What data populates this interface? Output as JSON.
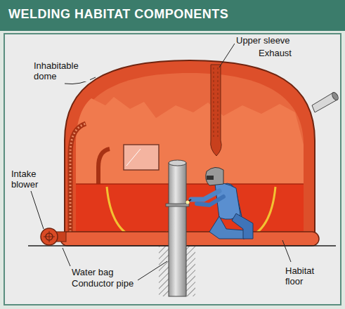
{
  "diagram": {
    "title": "WELDING HABITAT COMPONENTS",
    "labels": [
      "Inhabitable dome",
      "Upper sleeve",
      "Exhaust",
      "Intake blower",
      "Water bag",
      "Conductor pipe",
      "Habitat floor"
    ]
  }
}
